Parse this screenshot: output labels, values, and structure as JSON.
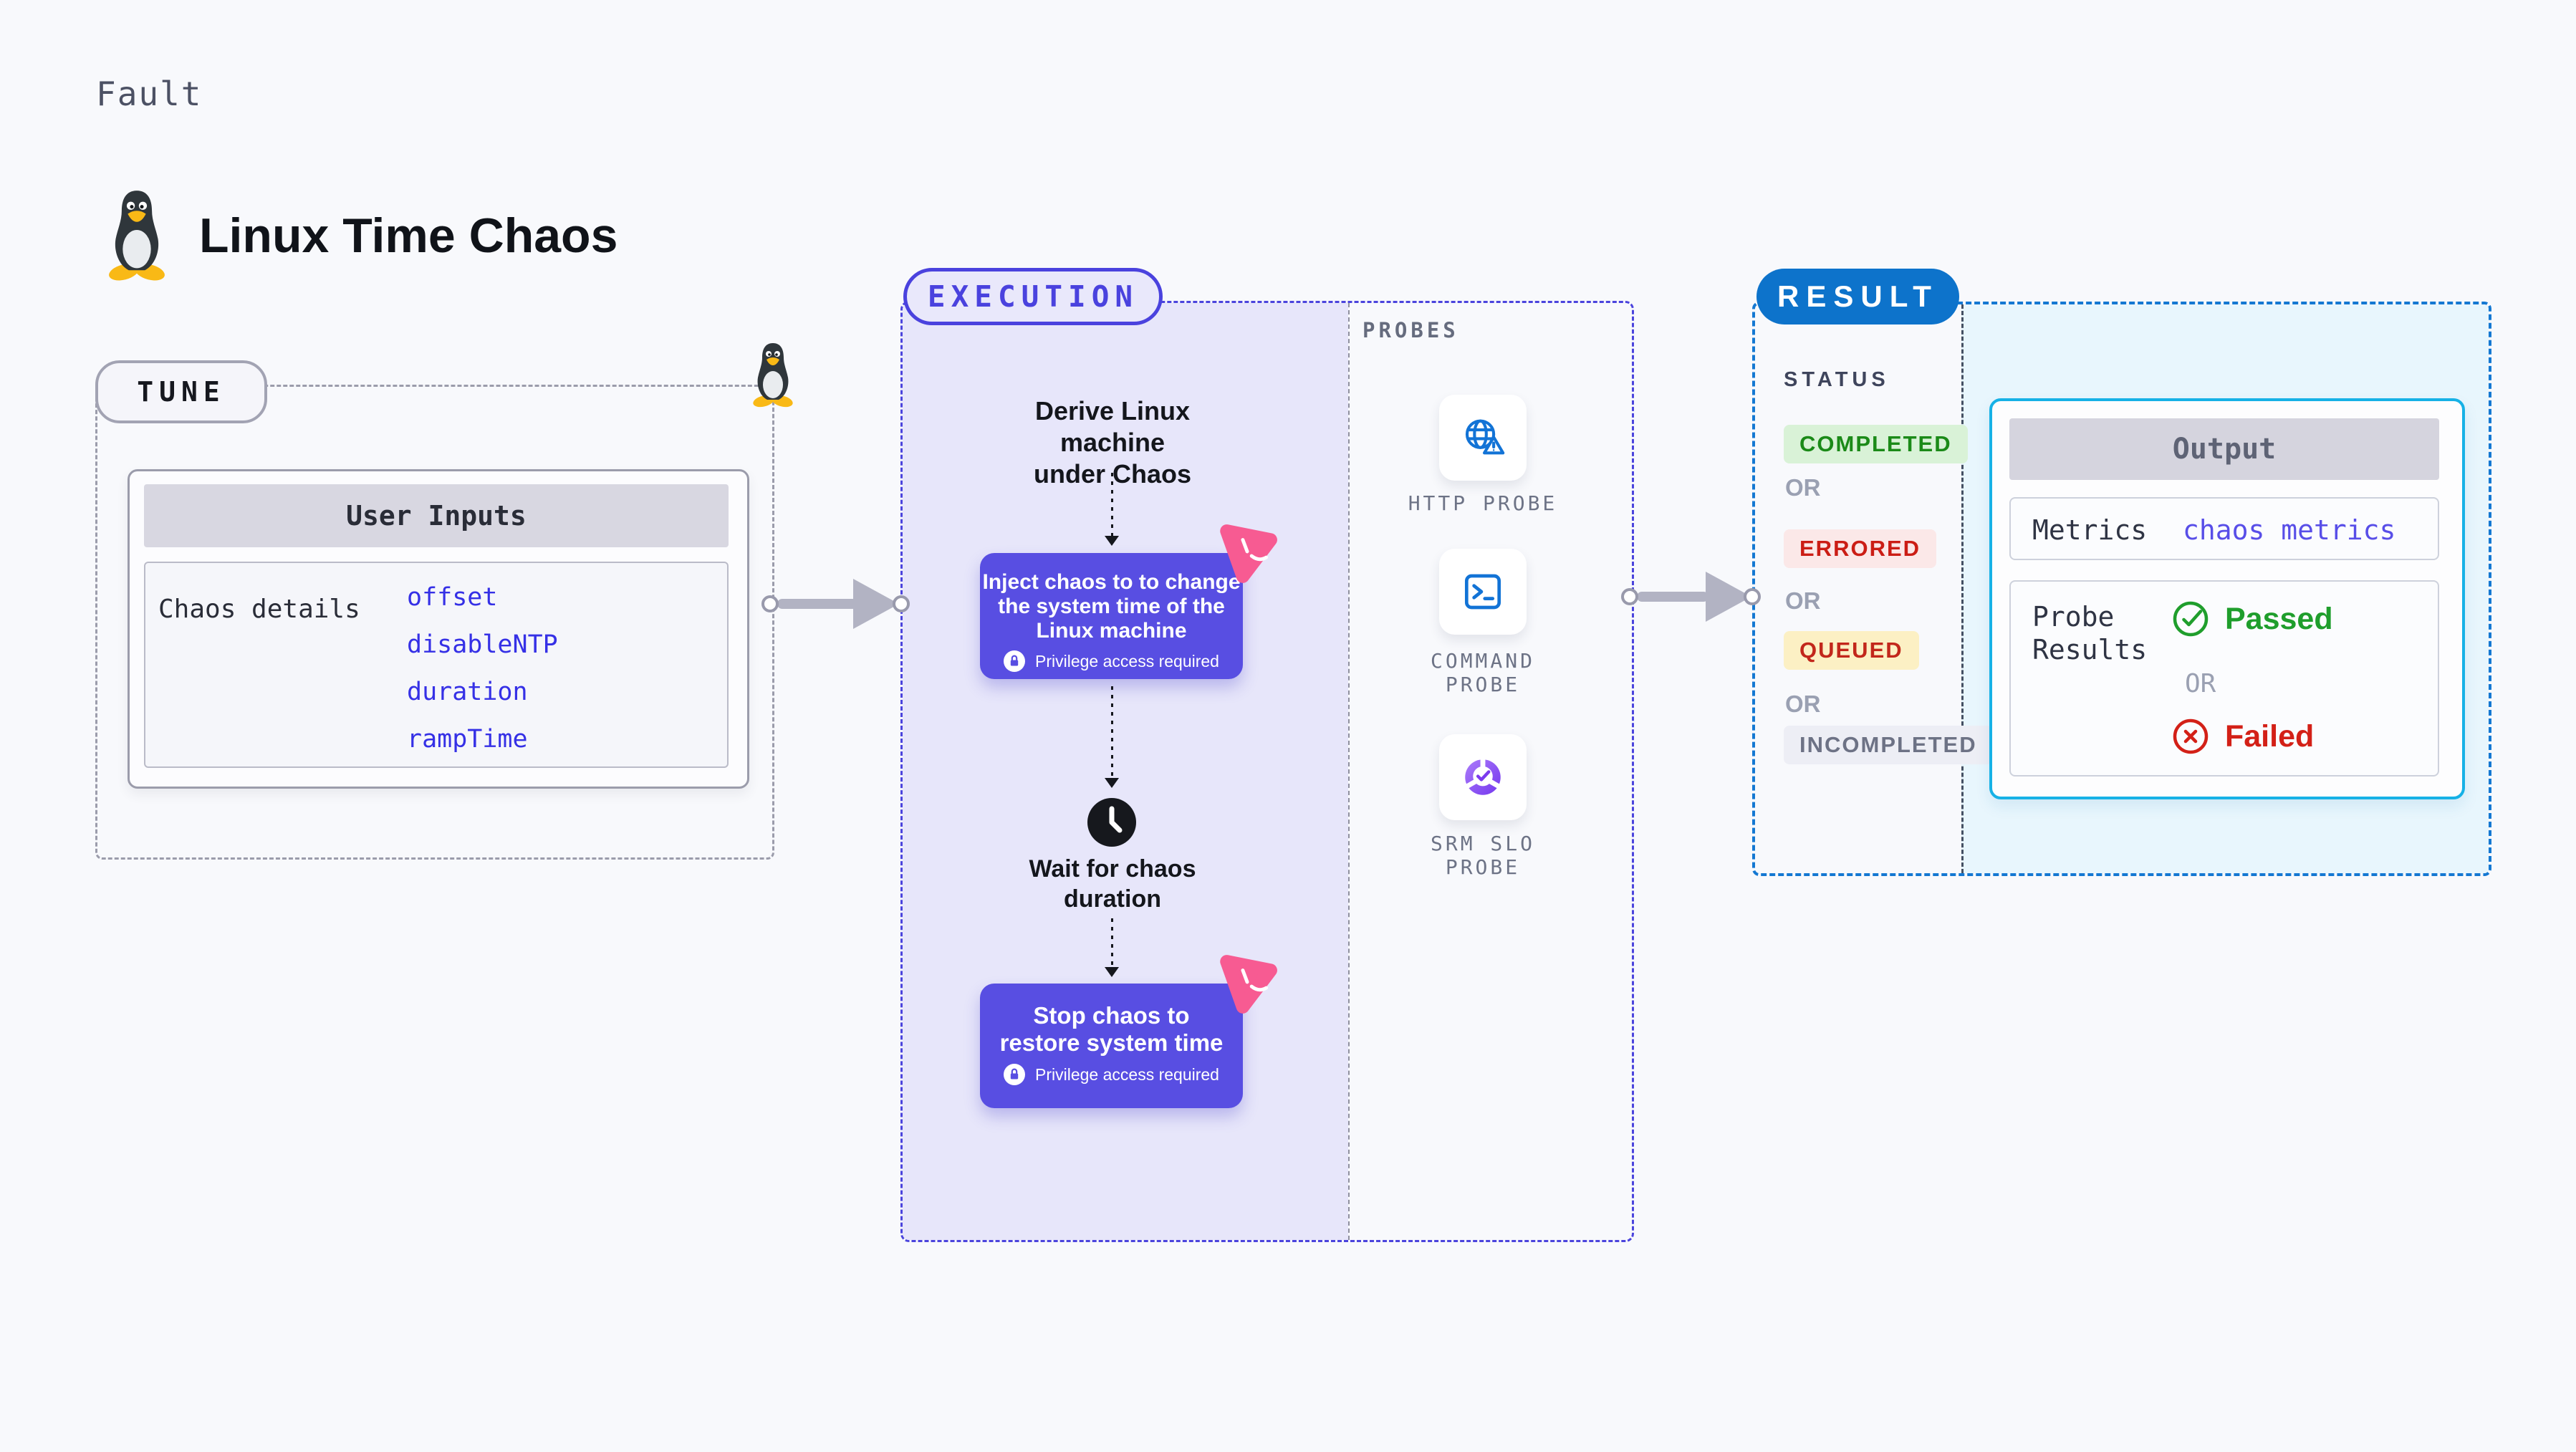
{
  "header": {
    "eyebrow": "Fault",
    "title": "Linux Time Chaos"
  },
  "tune": {
    "label": "TUNE",
    "card_title": "User Inputs",
    "row_label": "Chaos details",
    "params": [
      "offset",
      "disableNTP",
      "duration",
      "rampTime"
    ]
  },
  "execution": {
    "label": "EXECUTION",
    "derive_lines": [
      "Derive Linux machine",
      "under Chaos"
    ],
    "inject_lines": [
      "Inject chaos to to change",
      "the system time of the",
      "Linux machine"
    ],
    "privilege_note": "Privilege access required",
    "wait_lines": [
      "Wait for chaos",
      "duration"
    ],
    "stop_lines": [
      "Stop chaos to",
      "restore system time"
    ]
  },
  "probes": {
    "label": "PROBES",
    "items": [
      {
        "name": "http-probe",
        "line1": "HTTP PROBE",
        "line2": ""
      },
      {
        "name": "command-probe",
        "line1": "COMMAND",
        "line2": "PROBE"
      },
      {
        "name": "srm-slo-probe",
        "line1": "SRM SLO",
        "line2": "PROBE"
      }
    ]
  },
  "result": {
    "label": "RESULT",
    "status_heading": "STATUS",
    "or": "OR",
    "statuses": [
      "COMPLETED",
      "ERRORED",
      "QUEUED",
      "INCOMPLETED"
    ],
    "output": {
      "title": "Output",
      "metrics_label": "Metrics",
      "metrics_value": "chaos metrics",
      "probe_results_lines": [
        "Probe",
        "Results"
      ],
      "passed": "Passed",
      "or": "OR",
      "failed": "Failed"
    }
  },
  "colors": {
    "page_bg": "#f8f9fc",
    "indigo_accent": "#4a42de",
    "step_box": "#584ee2",
    "lavender_fill": "#e7e6fa",
    "result_blue": "#0d73cb",
    "azure_dash": "#1478d2",
    "cyan_border": "#16b1e6",
    "cyan_fill": "#e8f6fd",
    "param_blue": "#3530e6",
    "metrics_value_indigo": "#584ee8",
    "passed_green": "#1f9e2c",
    "failed_red": "#d32017",
    "completed_green": "#1b8a18",
    "errored_red": "#cb1d15",
    "queued_amber_bg": "#fcf0c4",
    "pink_flare": "#f75b92",
    "probe_icon_blue": "#1273d6"
  }
}
